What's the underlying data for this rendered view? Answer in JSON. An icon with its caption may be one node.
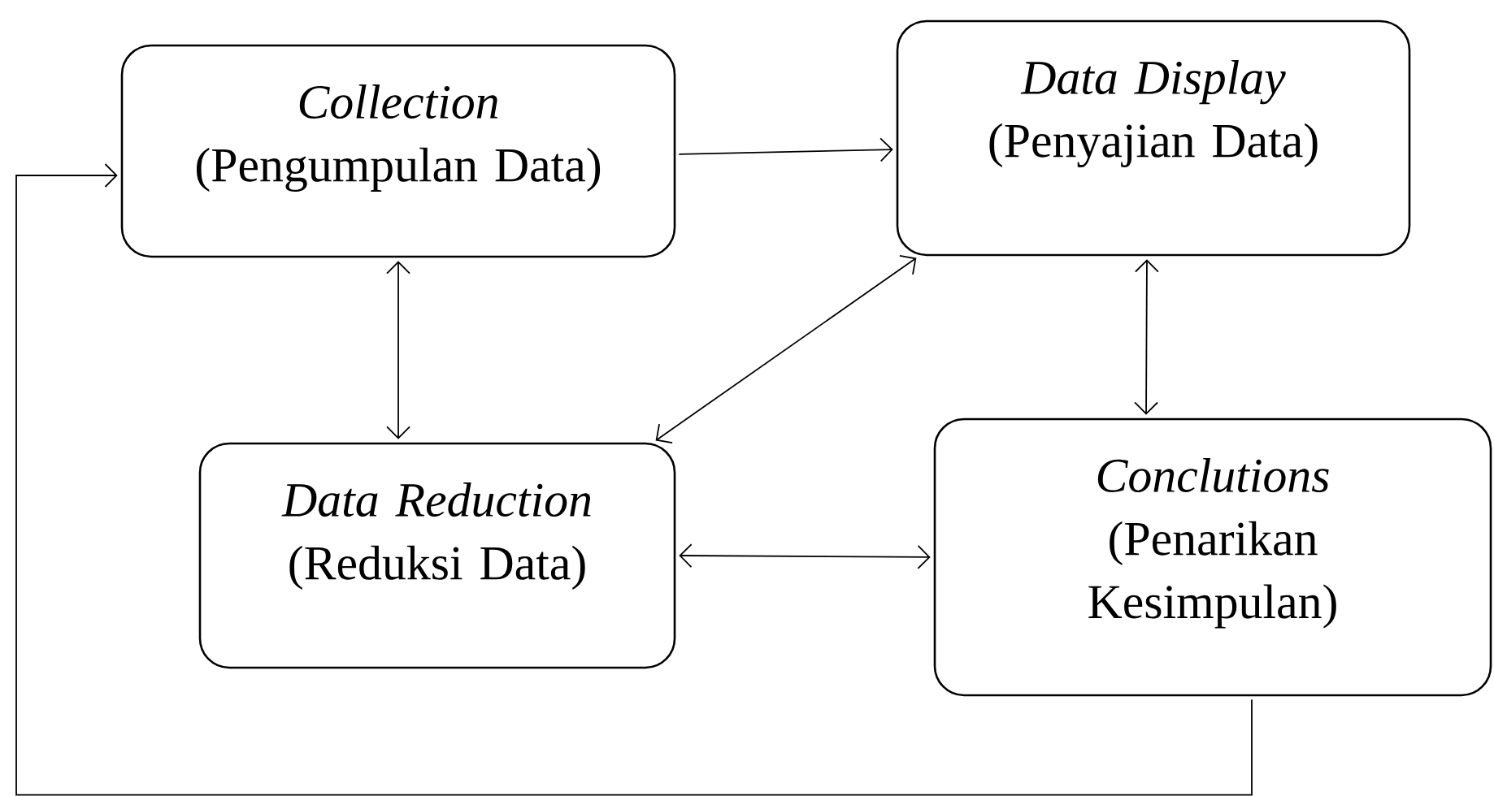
{
  "diagram": {
    "nodes": [
      {
        "text": [
          "Collection",
          "(Pengumpulan Data)"
        ]
      },
      {
        "text": [
          "Data Display",
          "(Penyajian Data)"
        ]
      },
      {
        "text": [
          "Data Reduction",
          "(Reduksi Data)"
        ]
      },
      {
        "text": [
          "Conclutions",
          "(Penarikan Kesimpulan)"
        ]
      }
    ],
    "edges": [
      {
        "from": 0,
        "to": 1,
        "arrow": "to"
      },
      {
        "from": 0,
        "to": 2,
        "arrow": "both"
      },
      {
        "from": 1,
        "to": 2,
        "arrow": "both"
      },
      {
        "from": 1,
        "to": 3,
        "arrow": "both"
      },
      {
        "from": 2,
        "to": 3,
        "arrow": "both"
      },
      {
        "from": 3,
        "to": 0,
        "arrow": "to"
      }
    ]
  }
}
